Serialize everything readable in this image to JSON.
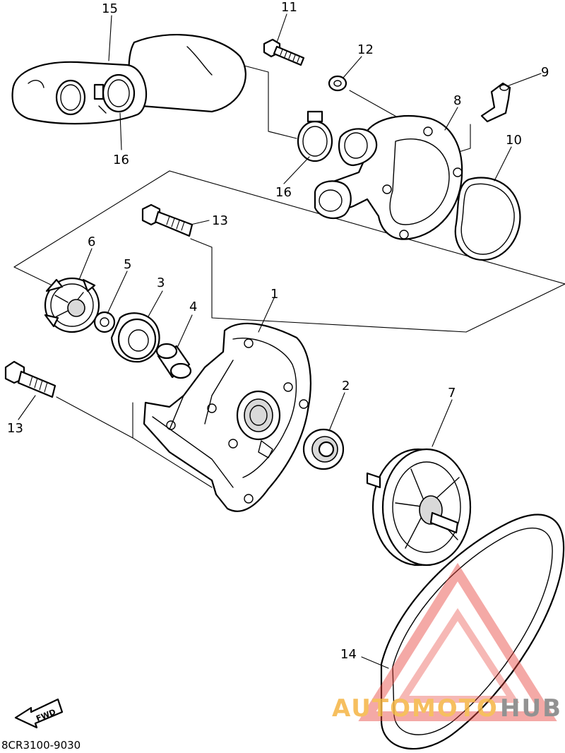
{
  "callouts": [
    "1",
    "2",
    "3",
    "4",
    "5",
    "6",
    "7",
    "8",
    "9",
    "10",
    "11",
    "12",
    "13",
    "13",
    "14",
    "15",
    "16",
    "16"
  ],
  "diagram_code": "8CR3100-9030",
  "fwd_label": "FWD",
  "watermark": {
    "part1": "AUTOMOTO",
    "part2": "HUB",
    "color1": "#f5b544",
    "color2": "#808080",
    "triangle_color": "#e8473f"
  }
}
